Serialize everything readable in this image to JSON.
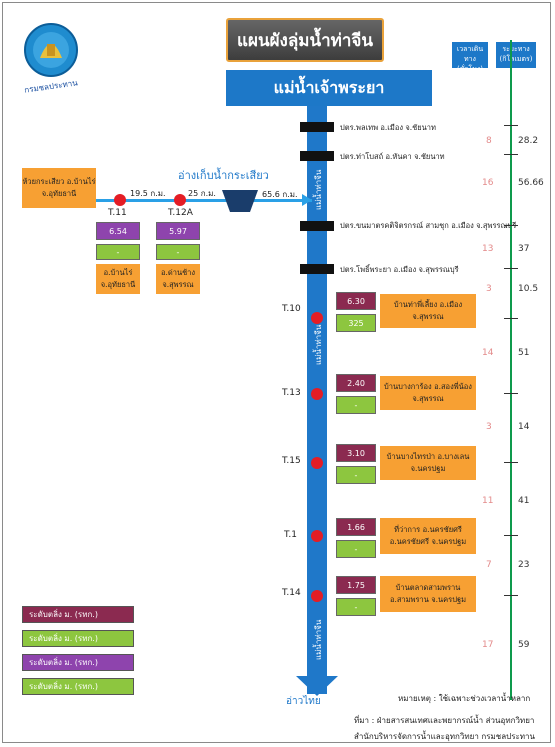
{
  "title": "แผนผังลุ่มน้ำท่าจีน",
  "source_river": "แม่น้ำเจ้าพระยา",
  "river_labels": [
    "แม่น้ำท่าจีน",
    "แม่น้ำท่าจีน",
    "แม่น้ำท่าจีน"
  ],
  "mouth": "อ่าวไทย",
  "logo_text": "กรมชลประทาน",
  "gates": [
    "ปตร.พลเทพ อ.เมือง จ.ชัยนาท",
    "ปตร.ท่าโบสถ์ อ.หันคา จ.ชัยนาท",
    "ปตร.ขนมาตรคติจิตรกรณ์ สามชุก อ.เมือง จ.สุพรรณบุรี",
    "ปตร.โพธิ์พระยา อ.เมือง จ.สุพรรณบุรี"
  ],
  "reservoir": {
    "label": "อ่างเก็บน้ำกระเสียว",
    "origin": "ห้วยกระเสียว อ.บ้านไร่ จ.อุทัยธานี",
    "dist1": "19.5 ก.ม.",
    "dist2": "25 ก.ม.",
    "dist3": "65.6 ก.ม."
  },
  "upper_stations": [
    {
      "code": "T.11",
      "level": "6.54",
      "flow": "-",
      "location": "อ.บ้านไร่ จ.อุทัยธานี"
    },
    {
      "code": "T.12A",
      "level": "5.97",
      "flow": "-",
      "location": "อ.ด่านช้าง จ.สุพรรณ"
    }
  ],
  "stations": [
    {
      "code": "T.10",
      "level": "6.30",
      "flow": "325",
      "location": "บ้านท่าพี่เลี้ยง อ.เมือง จ.สุพรรณ"
    },
    {
      "code": "T.13",
      "level": "2.40",
      "flow": "-",
      "location": "บ้านบางการ้อง อ.สองพี่น้อง จ.สุพรรณ"
    },
    {
      "code": "T.15",
      "level": "3.10",
      "flow": "-",
      "location": "บ้านบางไทรป่า อ.บางเลน จ.นครปฐม"
    },
    {
      "code": "T.1",
      "level": "1.66",
      "flow": "-",
      "location": "ที่ว่าการ อ.นครชัยศรี อ.นครชัยศรี จ.นครปฐม"
    },
    {
      "code": "T.14",
      "level": "1.75",
      "flow": "-",
      "location": "บ้านตลาดสามพราน อ.สามพราน จ.นครปฐม"
    }
  ],
  "scale_headers": {
    "time": "เวลาเดินทาง (ชั่วโมง)",
    "distance": "ระยะทาง (กิโลเมตร)"
  },
  "travel": [
    {
      "time": "8",
      "distance": "28.2"
    },
    {
      "time": "16",
      "distance": "56.66"
    },
    {
      "time": "13",
      "distance": "37"
    },
    {
      "time": "3",
      "distance": "10.5"
    },
    {
      "time": "14",
      "distance": "51"
    },
    {
      "time": "3",
      "distance": "14"
    },
    {
      "time": "11",
      "distance": "41"
    },
    {
      "time": "7",
      "distance": "23"
    },
    {
      "time": "17",
      "distance": "59"
    }
  ],
  "legend": [
    "ระดับตลิ่ง ม. (รทก.)",
    "ระดับตลิ่ง ม. (รทก.)",
    "ระดับตลิ่ง ม. (รทก.)",
    "ระดับตลิ่ง ม. (รทก.)"
  ],
  "note": "หมายเหตุ : ใช้เฉพาะช่วงเวลาน้ำหลาก",
  "source_line1": "ที่มา : ฝ่ายสารสนเทศและพยากรณ์น้ำ ส่วนอุทกวิทยา",
  "source_line2": "สำนักบริหารจัดการน้ำและอุทกวิทยา กรมชลประทาน",
  "colors": {
    "river": "#1f78c9",
    "level_box": "#8b2a50",
    "flow_box": "#8dc63f",
    "upper_level": "#8e44ad",
    "location_box": "#f7a033",
    "scale_line": "#0e9a4c",
    "station_dot": "#e41d25"
  }
}
